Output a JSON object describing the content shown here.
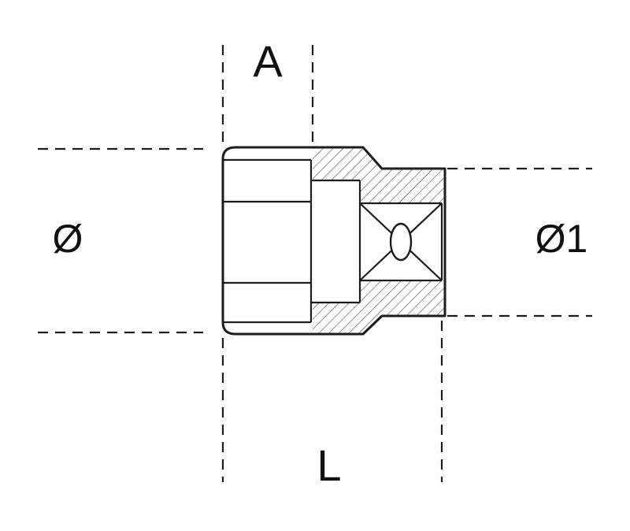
{
  "diagram": {
    "name": "socket-technical-drawing",
    "labels": {
      "top": "A",
      "left": "Ø",
      "right": "Ø1",
      "bottom": "L"
    },
    "colors": {
      "line": "#1c1c1c",
      "hatch": "#3a3a3a",
      "background": "#ffffff"
    }
  }
}
